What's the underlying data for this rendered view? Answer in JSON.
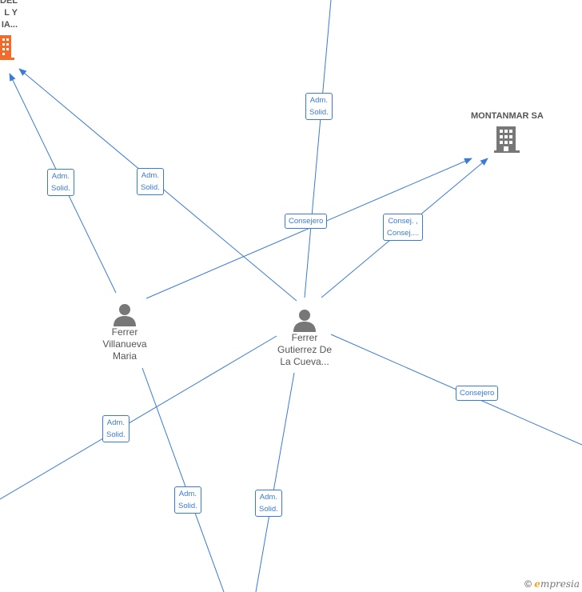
{
  "nodes": {
    "company_top_left": {
      "label_lines": [
        "DEL",
        "L Y",
        "IA..."
      ],
      "color": "#f26b2a"
    },
    "montanmar": {
      "label": "MONTANMAR SA",
      "color": "#777777"
    },
    "person_villanueva": {
      "label_lines": [
        "Ferrer",
        "Villanueva",
        "Maria"
      ]
    },
    "person_gutierrez": {
      "label_lines": [
        "Ferrer",
        "Gutierrez De",
        "La Cueva..."
      ]
    }
  },
  "edge_labels": {
    "adm_top": [
      "Adm.",
      "Solid."
    ],
    "adm_left1": [
      "Adm.",
      "Solid."
    ],
    "adm_left2": [
      "Adm.",
      "Solid."
    ],
    "consejero_montanmar": [
      "Consejero"
    ],
    "consej_montanmar": [
      "Consej. ,",
      "Consej...."
    ],
    "consejero_right": [
      "Consejero"
    ],
    "adm_bottom_left": [
      "Adm.",
      "Solid."
    ],
    "adm_bottom_mid": [
      "Adm.",
      "Solid."
    ],
    "adm_bottom_right": [
      "Adm.",
      "Solid."
    ]
  },
  "footer": {
    "copyright_symbol": "©",
    "brand_initial": "e",
    "brand_rest": "mpresia"
  },
  "colors": {
    "edge": "#3a7bd5",
    "person_icon": "#777777"
  }
}
